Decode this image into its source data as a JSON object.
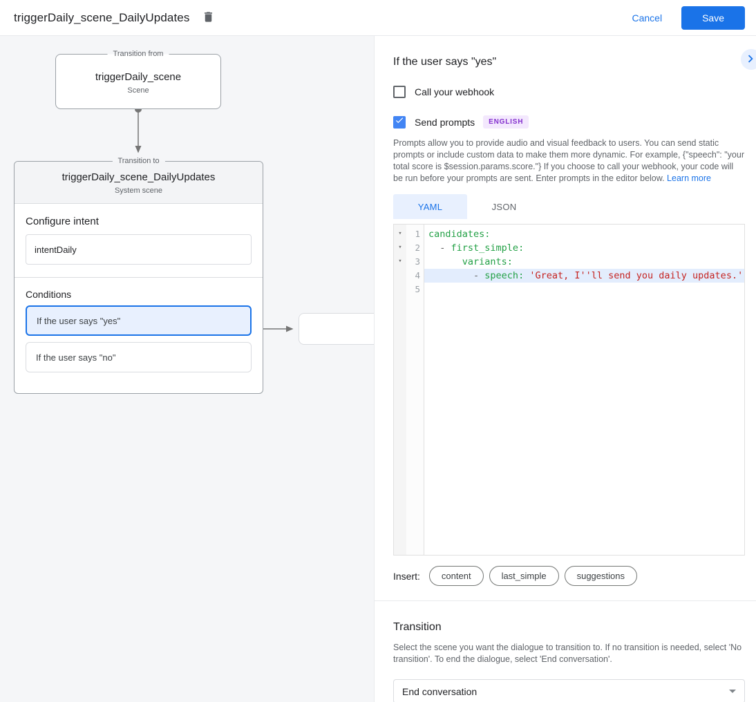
{
  "header": {
    "title": "triggerDaily_scene_DailyUpdates",
    "cancel_label": "Cancel",
    "save_label": "Save"
  },
  "diagram": {
    "from_box": {
      "legend": "Transition from",
      "title": "triggerDaily_scene",
      "subtitle": "Scene"
    },
    "to_box": {
      "legend": "Transition to",
      "title": "triggerDaily_scene_DailyUpdates",
      "subtitle": "System scene",
      "configure_intent_label": "Configure intent",
      "intent_value": "intentDaily",
      "conditions_label": "Conditions",
      "conditions": [
        {
          "label": "If the user says \"yes\"",
          "selected": true
        },
        {
          "label": "If the user says \"no\"",
          "selected": false
        }
      ]
    }
  },
  "panel": {
    "heading": "If the user says \"yes\"",
    "webhook_checkbox": {
      "label": "Call your webhook",
      "checked": false
    },
    "prompts_checkbox": {
      "label": "Send prompts",
      "checked": true,
      "badge": "ENGLISH"
    },
    "description": "Prompts allow you to provide audio and visual feedback to users. You can send static prompts or include custom data to make them more dynamic. For example, {\"speech\": \"your total score is $session.params.score.\"} If you choose to call your webhook, your code will be run before your prompts are sent. Enter prompts in the editor below. ",
    "learn_more_label": "Learn more",
    "tabs": [
      {
        "label": "YAML",
        "active": true
      },
      {
        "label": "JSON",
        "active": false
      }
    ],
    "editor": {
      "lines": [
        {
          "num": "1",
          "fold": true,
          "active": false,
          "segments": [
            {
              "t": "candidates:",
              "c": "key"
            }
          ]
        },
        {
          "num": "2",
          "fold": true,
          "active": false,
          "segments": [
            {
              "t": "  ",
              "c": "plain"
            },
            {
              "t": "- ",
              "c": "dash"
            },
            {
              "t": "first_simple:",
              "c": "key"
            }
          ]
        },
        {
          "num": "3",
          "fold": true,
          "active": false,
          "segments": [
            {
              "t": "      ",
              "c": "plain"
            },
            {
              "t": "variants:",
              "c": "key"
            }
          ]
        },
        {
          "num": "4",
          "fold": false,
          "active": true,
          "segments": [
            {
              "t": "        ",
              "c": "plain"
            },
            {
              "t": "- ",
              "c": "dash"
            },
            {
              "t": "speech:",
              "c": "key"
            },
            {
              "t": " ",
              "c": "plain"
            },
            {
              "t": "'Great, I''ll send you daily updates.'",
              "c": "string"
            }
          ]
        },
        {
          "num": "5",
          "fold": false,
          "active": false,
          "segments": []
        }
      ]
    },
    "insert_label": "Insert:",
    "insert_pills": [
      "content",
      "last_simple",
      "suggestions"
    ],
    "transition": {
      "heading": "Transition",
      "description": "Select the scene you want the dialogue to transition to. If no transition is needed, select 'No transition'. To end the dialogue, select 'End conversation'.",
      "select_value": "End conversation"
    }
  },
  "icons": {
    "fold_arrow": "▾"
  },
  "colors": {
    "accent": "#1a73e8",
    "checkbox_checked": "#4285f4",
    "badge_bg": "#f3e8fd",
    "badge_text": "#8430ce",
    "code_key": "#22a045",
    "code_string": "#c5221f",
    "active_line_bg": "#e3edfd",
    "selected_condition_bg": "#e8f0fe",
    "left_panel_bg": "#f5f6f8"
  }
}
